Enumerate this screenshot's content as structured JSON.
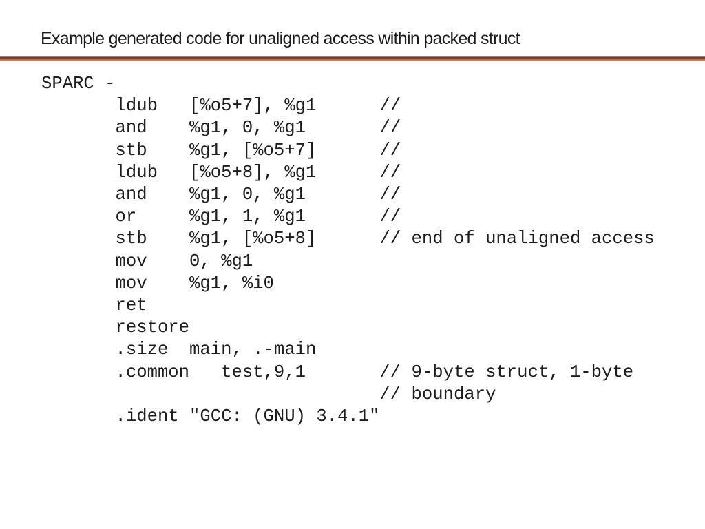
{
  "slide": {
    "title": "Example generated code for unaligned access within packed struct",
    "divider": {
      "colors": [
        "#cda38b",
        "#70392a",
        "#7e4530",
        "#a96e55",
        "#c48a6e",
        "#ecd8c0"
      ]
    }
  },
  "code": {
    "lines": [
      "SPARC -",
      "       ldub   [%o5+7], %g1      //",
      "       and    %g1, 0, %g1       //",
      "       stb    %g1, [%o5+7]      //",
      "       ldub   [%o5+8], %g1      //",
      "       and    %g1, 0, %g1       //",
      "       or     %g1, 1, %g1       //",
      "       stb    %g1, [%o5+8]      // end of unaligned access",
      "       mov    0, %g1",
      "       mov    %g1, %i0",
      "       ret",
      "       restore",
      "       .size  main, .-main",
      "       .common   test,9,1       // 9-byte struct, 1-byte",
      "                                // boundary",
      "       .ident \"GCC: (GNU) 3.4.1\""
    ]
  }
}
